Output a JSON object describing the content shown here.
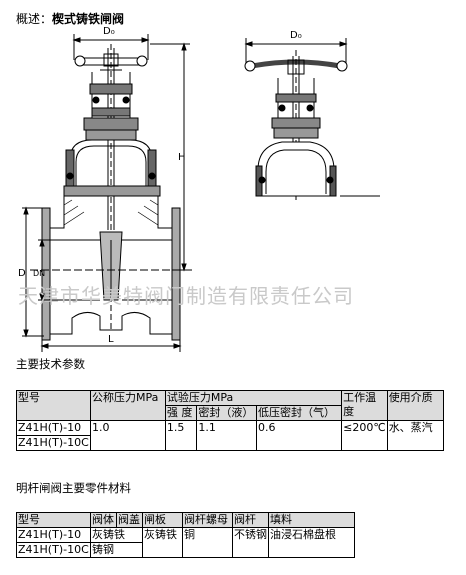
{
  "title": {
    "prefix": "概述：",
    "name": "楔式铸铁闸阀"
  },
  "drawing_labels": {
    "d0_left": "D₀",
    "d0_right": "D₀",
    "h": "H",
    "d": "D",
    "dn": "DN",
    "l": "L"
  },
  "watermark": "天津市华美特阀门制造有限责任公司",
  "spec_section": {
    "heading": "主要技术参数",
    "header1": [
      "型号",
      "公称压力MPa",
      "试验压力MPa",
      "工作温度",
      "使用介质"
    ],
    "header2": [
      "强 度",
      "密封（液）",
      "低压密封（气）"
    ],
    "row1": {
      "model": "Z41H(T)-10",
      "nominal": "1.0",
      "strength": "1.5",
      "seal_liquid": "1.1",
      "seal_gas": "0.6",
      "temp": "≤200℃",
      "medium": "水、蒸汽"
    },
    "row2_model": "Z41H(T)-10C"
  },
  "parts_section": {
    "heading": "明杆闸阀主要零件材料",
    "header": [
      "型号",
      "阀体",
      "阀盖",
      "闸板",
      "阀杆螺母",
      "阀杆",
      "填料"
    ],
    "row1": {
      "model": "Z41H(T)-10",
      "body_bonnet": "灰铸铁",
      "gate": "灰铸铁",
      "nut": "铜",
      "stem": "不锈钢",
      "packing": "油浸石棉盘根"
    },
    "row2": {
      "model": "Z41H(T)-10C",
      "body_bonnet": "铸钢"
    }
  }
}
